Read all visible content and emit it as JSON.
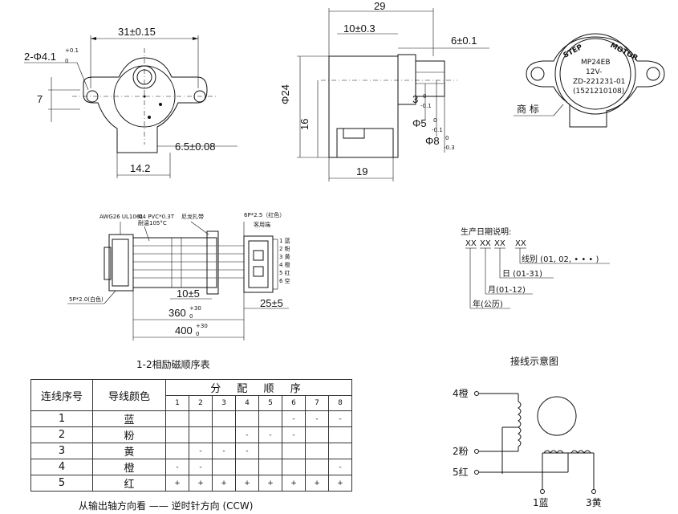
{
  "front_view": {
    "dim_width": "31±0.15",
    "dim_hole": "2-Φ4.1",
    "dim_hole_tol_top": "+0.1",
    "dim_hole_tol_bottom": "0",
    "dim_height": "7",
    "dim_boss": "6.5±0.08",
    "dim_base": "14.2"
  },
  "side_view": {
    "dim_length": "29",
    "dim_shaft_len": "10±0.3",
    "dim_flat": "6±0.1",
    "dim_diam": "Φ24",
    "dim_16": "16",
    "dim_19": "19",
    "dim_3": "3",
    "dim_3_tol_top": "0",
    "dim_3_tol_bottom": "-0.1",
    "dim_5": "Φ5",
    "dim_5_tol_top": "0",
    "dim_5_tol_bottom": "-0.1",
    "dim_8": "Φ8",
    "dim_8_tol_top": "0",
    "dim_8_tol_bottom": "-0.3"
  },
  "label_view": {
    "brand_left": "STEP",
    "brand_right": "MOTOR",
    "model": "MP24EB",
    "voltage": "12V-",
    "code": "ZD-221231-01",
    "serial": "(1521210108)",
    "trademark": "商 标"
  },
  "wire_view": {
    "awg": "AWG26 UL1061",
    "pvc": "Φ4 PVC*0.3T",
    "temp": "耐温105°C",
    "tape": "尼龙扎带",
    "connector_top": "6P*2.5（红色）",
    "connector_sub": "客用端",
    "connector_bottom": "5P*2.0(白色)",
    "pins": [
      "1 蓝",
      "2 粉",
      "3 黄",
      "4 橙",
      "5 红",
      "6 空"
    ],
    "dim_10": "10±5",
    "dim_25": "25±5",
    "dim_360": "360",
    "dim_360_tol_top": "+30",
    "dim_360_tol_bottom": "0",
    "dim_400": "400",
    "dim_400_tol_top": "+30",
    "dim_400_tol_bottom": "0"
  },
  "date_code": {
    "title": "生产日期说明:",
    "xx": [
      "XX",
      "XX",
      "XX",
      "XX"
    ],
    "line": "线别 (01, 02, • • • )",
    "day": "日 (01-31)",
    "month": "月(01-12)",
    "year": "年(公历)"
  },
  "sequence_table": {
    "title": "1-2相励磁顺序表",
    "col_wire_no": "连线序号",
    "col_color": "导线颜色",
    "col_order": "分 配 顺 序",
    "steps": [
      "1",
      "2",
      "3",
      "4",
      "5",
      "6",
      "7",
      "8"
    ],
    "rows": [
      {
        "no": "1",
        "color": "蓝",
        "cells": [
          "",
          "",
          "",
          "",
          "",
          "-",
          "-",
          "-"
        ]
      },
      {
        "no": "2",
        "color": "粉",
        "cells": [
          "",
          "",
          "",
          "-",
          "-",
          "-",
          "",
          ""
        ]
      },
      {
        "no": "3",
        "color": "黄",
        "cells": [
          "",
          "-",
          "-",
          "-",
          "",
          "",
          "",
          ""
        ]
      },
      {
        "no": "4",
        "color": "橙",
        "cells": [
          "-",
          "-",
          "",
          "",
          "",
          "",
          "",
          "-"
        ]
      },
      {
        "no": "5",
        "color": "红",
        "cells": [
          "+",
          "+",
          "+",
          "+",
          "+",
          "+",
          "+",
          "+"
        ]
      }
    ],
    "footer": "从输出轴方向看 —— 逆时针方向 (CCW)"
  },
  "wiring": {
    "title": "接线示意图",
    "w4": "4橙",
    "w2": "2粉",
    "w5": "5红",
    "w1": "1蓝",
    "w3": "3黄"
  }
}
